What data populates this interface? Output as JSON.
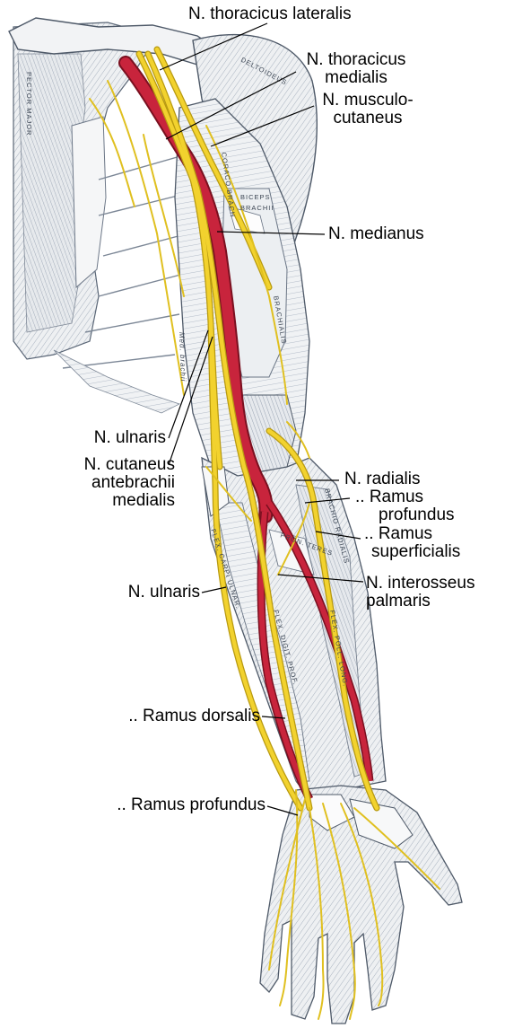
{
  "labels": {
    "thoracicus_lateralis": "N. thoracicus lateralis",
    "thoracicus_medialis_1": "N. thoracicus",
    "thoracicus_medialis_2": "medialis",
    "musculocutaneus_1": "N. musculo-",
    "musculocutaneus_2": "cutaneus",
    "medianus": "N. medianus",
    "ulnaris_upper": "N. ulnaris",
    "cutaneus_1": "N. cutaneus",
    "cutaneus_2": "antebrachii",
    "cutaneus_3": "medialis",
    "radialis": "N. radialis",
    "ramus_profundus_r_1": ".. Ramus",
    "ramus_profundus_r_2": "profundus",
    "ramus_superficialis_1": ".. Ramus",
    "ramus_superficialis_2": "superficialis",
    "interosseus_1": "N. interosseus",
    "interosseus_2": "palmaris",
    "ulnaris_lower": "N. ulnaris",
    "ramus_dorsalis": ".. Ramus dorsalis",
    "ramus_profundus_l": ".. Ramus profundus"
  },
  "muscle_labels": {
    "deltoideus": "DELTOIDEUS",
    "biceps_1": "BICEPS",
    "biceps_2": "BRACHII",
    "brachialis": "BRACHIALIS",
    "pectoralis": "PECTOR MAJOR",
    "coracobrach": "CORACO BRACH",
    "pronator": "PRON. TERES",
    "brachioradialis": "BRACHIO RADIALIS",
    "flex_carpi_uln": "FLEX. CARPI ULNAR.",
    "flex_digit": "FLEX. DIGIT. PROF.",
    "flex_poll": "FLEX. POLL. LONG.",
    "med_brachii": "Med. brachii"
  },
  "colors": {
    "nerve": "#f2d22e",
    "nerve_edge": "#b89a10",
    "artery": "#c8243c",
    "artery_edge": "#7a1020",
    "muscle": "#e9ecef",
    "muscle_shade": "#9aa6b6",
    "blue_tint": "#a9c2e0",
    "leader": "#000000"
  }
}
